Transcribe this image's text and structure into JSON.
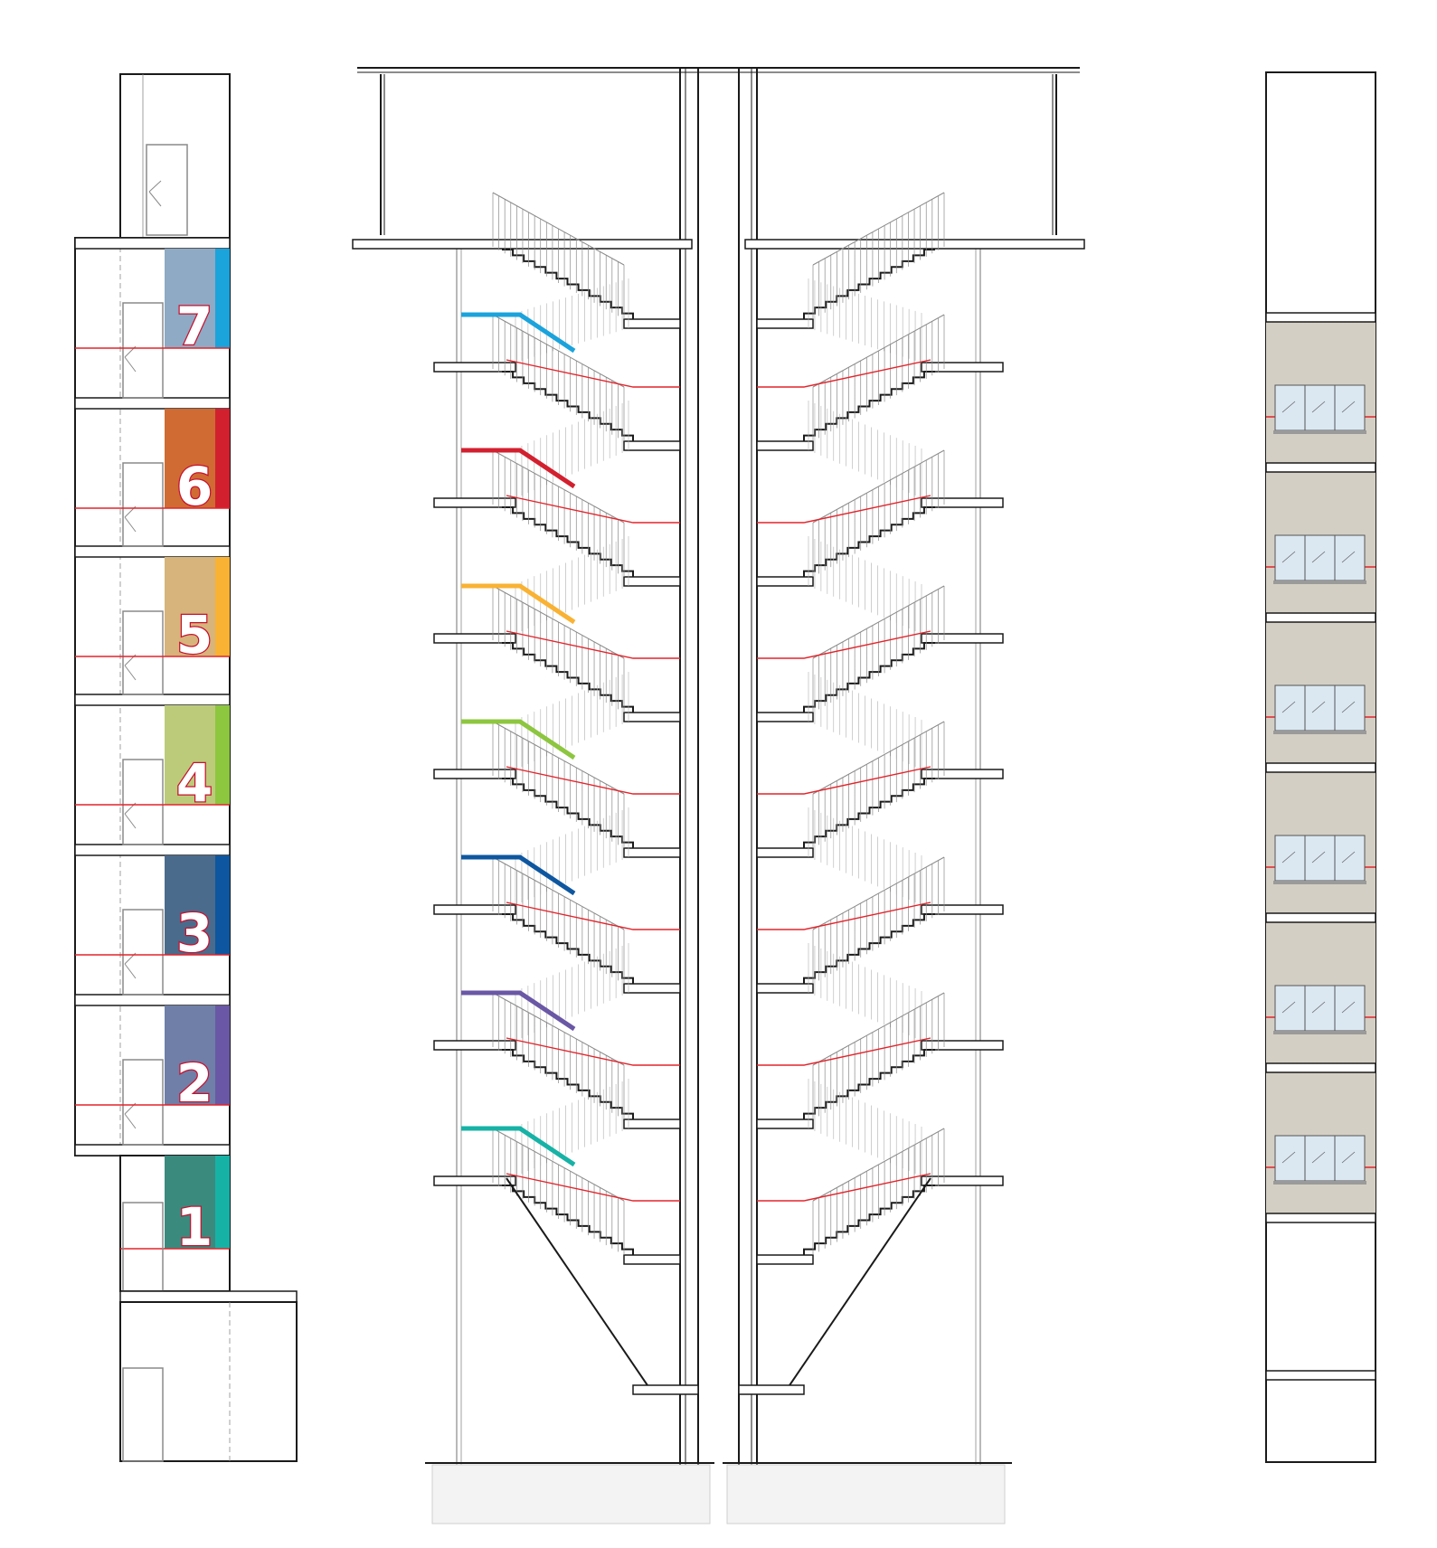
{
  "drawing": {
    "floors": [
      {
        "label": "7",
        "light": "#8eaac4",
        "accent": "#1ba3dc"
      },
      {
        "label": "6",
        "light": "#cf6b33",
        "accent": "#d2202f"
      },
      {
        "label": "5",
        "light": "#d6b47c",
        "accent": "#f9b233"
      },
      {
        "label": "4",
        "light": "#bccb7a",
        "accent": "#8dc63f"
      },
      {
        "label": "3",
        "light": "#4a6b8c",
        "accent": "#0e57a0"
      },
      {
        "label": "2",
        "light": "#6f7fa8",
        "accent": "#6a57a5"
      },
      {
        "label": "1",
        "light": "#3a8a7e",
        "accent": "#17b2a6"
      }
    ],
    "colors": {
      "line": "#1a1a1a",
      "thin": "#8a8a8a",
      "handrail": "#e3242b",
      "wall_fill": "#d4cfc4",
      "glass": "#dbe8f2"
    }
  }
}
